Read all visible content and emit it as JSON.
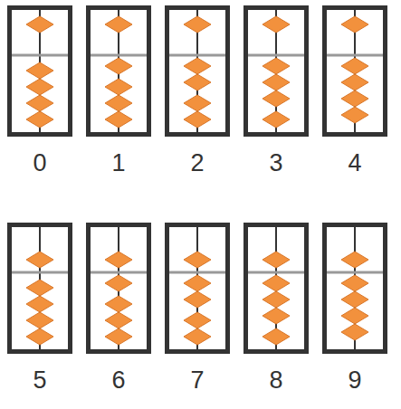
{
  "diagram": {
    "labels": [
      "0",
      "1",
      "2",
      "3",
      "4",
      "5",
      "6",
      "7",
      "8",
      "9"
    ]
  }
}
